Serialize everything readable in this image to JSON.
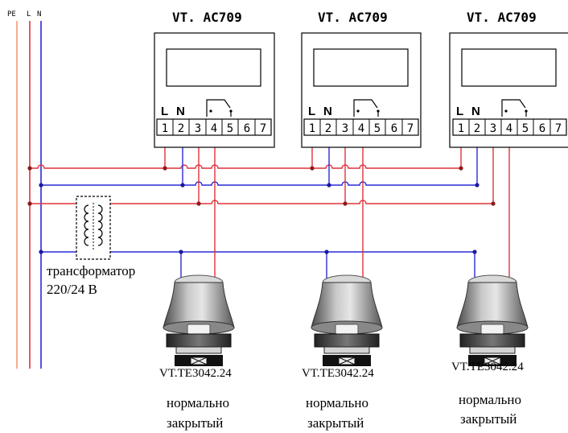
{
  "bus_labels": [
    "PE",
    "L",
    "N"
  ],
  "thermostats": [
    {
      "model": "VT. AC709",
      "terminal_names": [
        "L",
        "N"
      ],
      "terminals": [
        "1",
        "2",
        "3",
        "4",
        "5",
        "6",
        "7"
      ]
    },
    {
      "model": "VT. AC709",
      "terminal_names": [
        "L",
        "N"
      ],
      "terminals": [
        "1",
        "2",
        "3",
        "4",
        "5",
        "6",
        "7"
      ]
    },
    {
      "model": "VT. AC709",
      "terminal_names": [
        "L",
        "N"
      ],
      "terminals": [
        "1",
        "2",
        "3",
        "4",
        "5",
        "6",
        "7"
      ]
    }
  ],
  "transformer": {
    "label": "трансформатор",
    "rating": "220/24 В"
  },
  "actuators": [
    {
      "model": "VT.TE3042.24",
      "line1": "нормально",
      "line2": "закрытый"
    },
    {
      "model": "VT.TE3042.24",
      "line1": "нормально",
      "line2": "закрытый"
    },
    {
      "model": "VT.TE3042.24",
      "line1": "нормально",
      "line2": "закрытый"
    }
  ],
  "colors": {
    "pe": "#f29a7a",
    "live": "#e0323c",
    "neutral": "#2a2ad6",
    "outline": "#000000",
    "node": "#8b1a1a"
  }
}
